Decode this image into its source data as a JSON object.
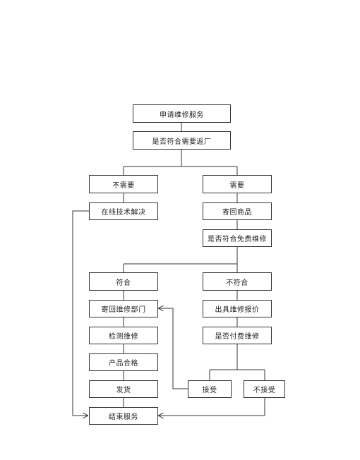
{
  "flowchart": {
    "apply_repair": "申请维修服务",
    "need_return_q": "是否符合需要返厂",
    "no_need": "不需要",
    "need": "需要",
    "online_support": "在线技术解决",
    "send_back_goods": "寄回商品",
    "free_repair_q": "是否符合免费维修",
    "qualifies": "符合",
    "not_qualifies": "不符合",
    "send_to_repair_dept": "寄回维修部门",
    "quote": "出具维修报价",
    "inspect_repair": "检测维修",
    "paid_repair_q": "是否付费维修",
    "product_qualified": "产品合格",
    "accept": "接受",
    "reject": "不接受",
    "ship": "发货",
    "end_service": "结束服务"
  }
}
